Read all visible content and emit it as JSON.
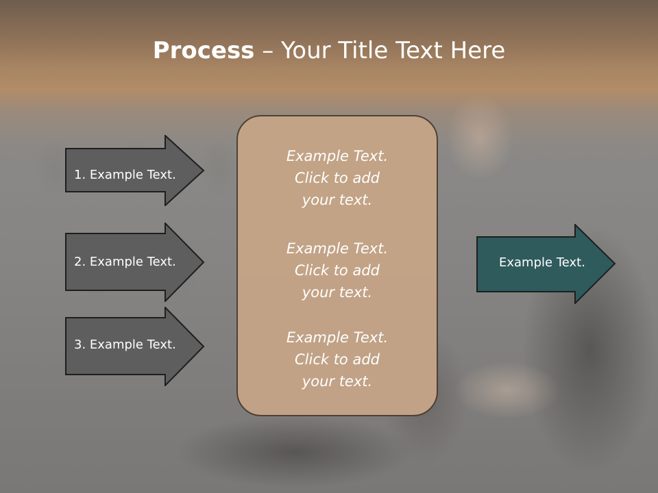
{
  "title": {
    "bold": "Process",
    "rest": " – Your Title Text Here"
  },
  "left_arrows": [
    {
      "label": "1. Example Text."
    },
    {
      "label": "2. Example Text."
    },
    {
      "label": "3. Example Text."
    }
  ],
  "center_box": {
    "blocks": [
      {
        "line1": "Example Text.",
        "line2": "Click  to add",
        "line3": "your text."
      },
      {
        "line1": "Example Text.",
        "line2": "Click  to add",
        "line3": "your text."
      },
      {
        "line1": "Example Text.",
        "line2": "Click  to add",
        "line3": "your text."
      }
    ]
  },
  "right_arrow": {
    "label": "Example Text."
  },
  "colors": {
    "title_band": "#b28c68",
    "left_arrow_fill": "#5e5e5e",
    "right_arrow_fill": "#2f5b5d",
    "center_box_fill": "#c4a487",
    "outline": "#1e1e1e"
  }
}
